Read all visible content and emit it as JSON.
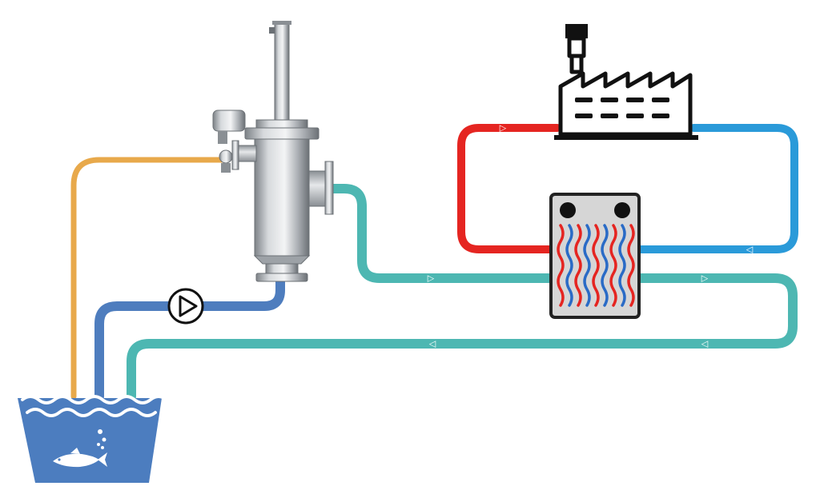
{
  "diagram": {
    "labels": [],
    "colors": {
      "suction_line": "#4E7DBE",
      "filtered_water_line": "#4DB7B2",
      "flush_line": "#E8A94B",
      "hot_loop": "#E52521",
      "cold_loop": "#2A9AD9",
      "reservoir": "#4C7DBF",
      "factory": "#111111",
      "heat_exchanger_frame": "#222222",
      "filter_steel": "#B7BBC0"
    },
    "components": [
      {
        "id": "reservoir",
        "icon": "water-reservoir-with-fish-icon"
      },
      {
        "id": "pump",
        "icon": "pump-symbol-icon"
      },
      {
        "id": "filter",
        "icon": "self-cleaning-filter-icon"
      },
      {
        "id": "heat_exchanger",
        "icon": "plate-heat-exchanger-icon"
      },
      {
        "id": "factory",
        "icon": "factory-icon"
      }
    ],
    "flow_direction_markers": [
      "▷",
      "▷",
      "▷",
      "◁",
      "◁",
      "▷",
      "◁"
    ]
  }
}
